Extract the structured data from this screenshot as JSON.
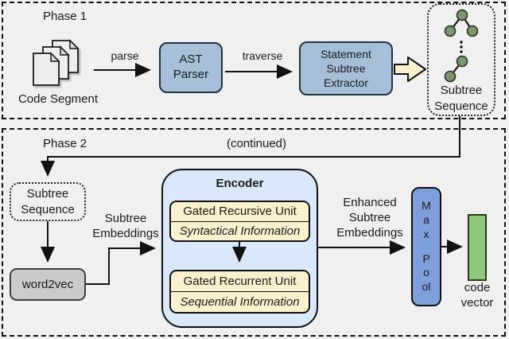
{
  "colors": {
    "background": "#f0f0f0",
    "process_blue": "#a7bed9",
    "encoder_blue": "#dae8fc",
    "unit_yellow": "#fbf1cf",
    "word2vec_gray": "#cbcbcb",
    "maxpool_blue": "#7d9fdb",
    "vector_green": "#8fc87d",
    "tree_node_green": "#7c9470",
    "block_arrow_cream": "#fbf1cf"
  },
  "phase1": {
    "title": "Phase 1",
    "code_segment_label": "Code Segment",
    "parse_label": "parse",
    "ast_parser_lines": [
      "AST",
      "Parser"
    ],
    "traverse_label": "traverse",
    "extractor_lines": [
      "Statement",
      "Subtree",
      "Extractor"
    ],
    "subtree_sequence_lines": [
      "Subtree",
      "Sequence"
    ]
  },
  "phase2": {
    "title": "Phase 2",
    "continued_label": "(continued)",
    "subtree_sequence_lines": [
      "Subtree",
      "Sequence"
    ],
    "subtree_embeddings_lines": [
      "Subtree",
      "Embeddings"
    ],
    "word2vec_label": "word2vec",
    "encoder": {
      "title": "Encoder",
      "unit1_title": "Gated Recursive Unit",
      "unit1_subtitle": "Syntactical Information",
      "unit2_title": "Gated Recurrent Unit",
      "unit2_subtitle": "Sequential Information"
    },
    "enhanced_embeddings_lines": [
      "Enhanced",
      "Subtree",
      "Embeddings"
    ],
    "max_pool_words": [
      "Max",
      "Pool"
    ],
    "code_vector_lines": [
      "code",
      "vector"
    ]
  }
}
